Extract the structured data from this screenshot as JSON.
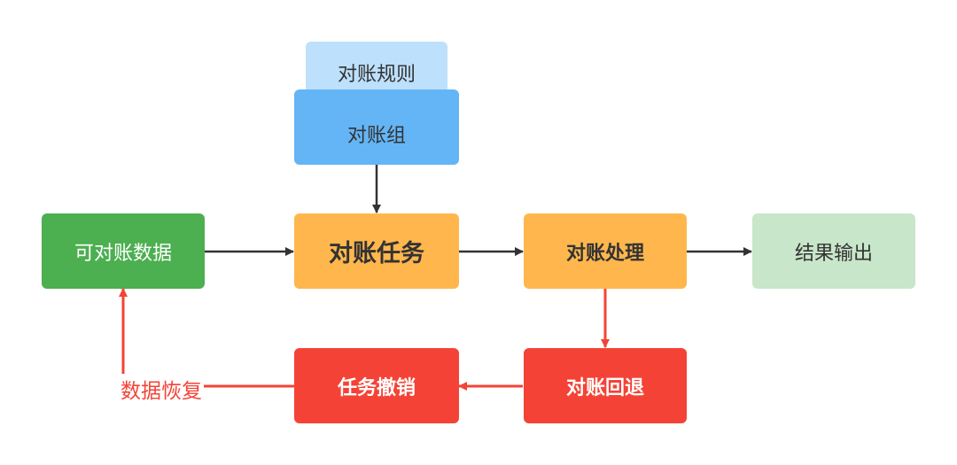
{
  "nodes": {
    "rules": {
      "label": "对账规则"
    },
    "group": {
      "label": "对账组"
    },
    "data": {
      "label": "可对账数据"
    },
    "task": {
      "label": "对账任务"
    },
    "process": {
      "label": "对账处理"
    },
    "output": {
      "label": "结果输出"
    },
    "rollback": {
      "label": "对账回退"
    },
    "cancel": {
      "label": "任务撤销"
    }
  },
  "edges": {
    "recover_label": "数据恢复"
  },
  "colors": {
    "rules_fill": "#bde0fc",
    "group_fill": "#64b5f6",
    "data_fill": "#4caf50",
    "task_fill": "#ffb74d",
    "process_fill": "#ffb74d",
    "output_fill": "#c8e6c9",
    "rollback_fill": "#f44336",
    "cancel_fill": "#f44336",
    "text_dark": "#333333",
    "text_light": "#ffffff",
    "arrow_dark": "#333333",
    "arrow_red": "#f44336"
  }
}
